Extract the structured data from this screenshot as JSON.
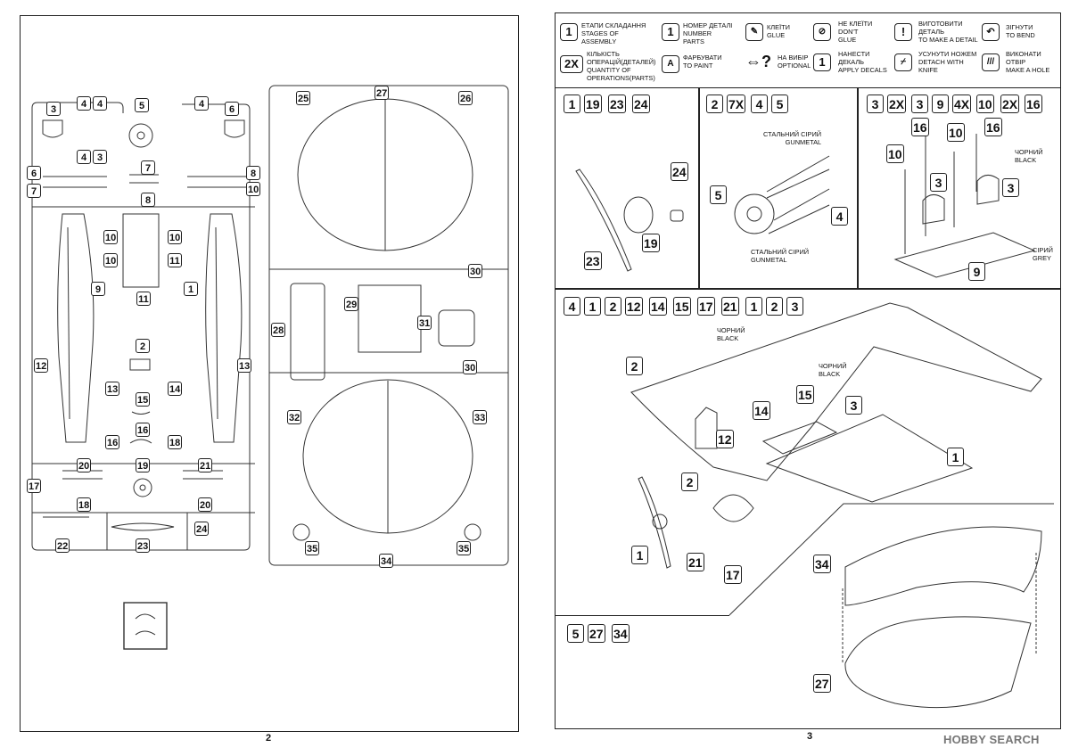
{
  "page_numbers": {
    "left": "2",
    "right": "3"
  },
  "legend": {
    "stages": "ЕТАПИ СКЛАДАННЯ\nSTAGES OF\nASSEMBLY",
    "quantity_badge": "2X",
    "quantity": "КІЛЬКІСТЬ\nОПЕРАЦІЙ(ДЕТАЛЕЙ)\nQUANTITY OF\nOPERATIONS(PARTS)",
    "part_number": "НОМЕР ДЕТАЛІ\nNUMBER\nPARTS",
    "paint": "ФАРБУВАТИ\nTO PAINT",
    "glue": "КЛЕЇТИ\nGLUE",
    "optional": "НА ВИБІР\nOPTIONAL",
    "no_glue": "НЕ КЛЕЇТИ\nDON'T\nGLUE",
    "decals": "НАНЕСТИ\nДЕКАЛЬ\nAPPLY DECALS",
    "make_detail": "ВИГОТОВИТИ\nДЕТАЛЬ\nTO MAKE A DETAIL",
    "knife": "УСУНУТИ НОЖЕМ\nDETACH WITH\nKNIFE",
    "bend": "ЗІГНУТИ\nTO BEND",
    "hole": "ВИКОНАТИ\nОТВІР\nMAKE A HOLE"
  },
  "steps": {
    "s1": {
      "header": [
        "1",
        "19",
        "23",
        "24"
      ],
      "labels": [
        "24",
        "19",
        "23"
      ]
    },
    "s2": {
      "header": [
        "2",
        "7X",
        "4",
        "5"
      ],
      "labels": [
        "5",
        "4"
      ],
      "colors": [
        "СТАЛЬНИЙ СІРИЙ\nGUNMETAL",
        "СТАЛЬНИЙ СІРИЙ\nGUNMETAL"
      ]
    },
    "s3": {
      "header": [
        "3",
        "2X",
        "3",
        "9",
        "4X",
        "10",
        "2X",
        "16"
      ],
      "labels": [
        "16",
        "10",
        "16",
        "10",
        "3",
        "3",
        "9"
      ],
      "colors": [
        "ЧОРНИЙ\nBLACK",
        "СІРИЙ\nGREY"
      ]
    },
    "s4": {
      "header": [
        "4",
        "1",
        "2",
        "12",
        "14",
        "15",
        "17",
        "21",
        "1",
        "2",
        "3"
      ],
      "labels": [
        "2",
        "14",
        "15",
        "3",
        "12",
        "1",
        "2",
        "1",
        "21",
        "17"
      ],
      "colors": [
        "ЧОРНИЙ\nBLACK",
        "ЧОРНИЙ\nBLACK"
      ]
    },
    "s5": {
      "header": [
        "5",
        "27",
        "34"
      ],
      "labels": [
        "34",
        "27"
      ]
    }
  },
  "sprue_left": [
    "3",
    "4",
    "4",
    "5",
    "4",
    "4",
    "3",
    "6",
    "6",
    "7",
    "7",
    "8",
    "8",
    "10",
    "10",
    "10",
    "10",
    "11",
    "9",
    "11",
    "1",
    "12",
    "2",
    "13",
    "13",
    "14",
    "15",
    "16",
    "16",
    "18",
    "20",
    "21",
    "17",
    "18",
    "19",
    "20",
    "22",
    "23",
    "24"
  ],
  "sprue_right": [
    "25",
    "27",
    "26",
    "30",
    "28",
    "29",
    "31",
    "30",
    "32",
    "33",
    "35",
    "34",
    "35"
  ],
  "watermark": "HOBBY SEARCH"
}
